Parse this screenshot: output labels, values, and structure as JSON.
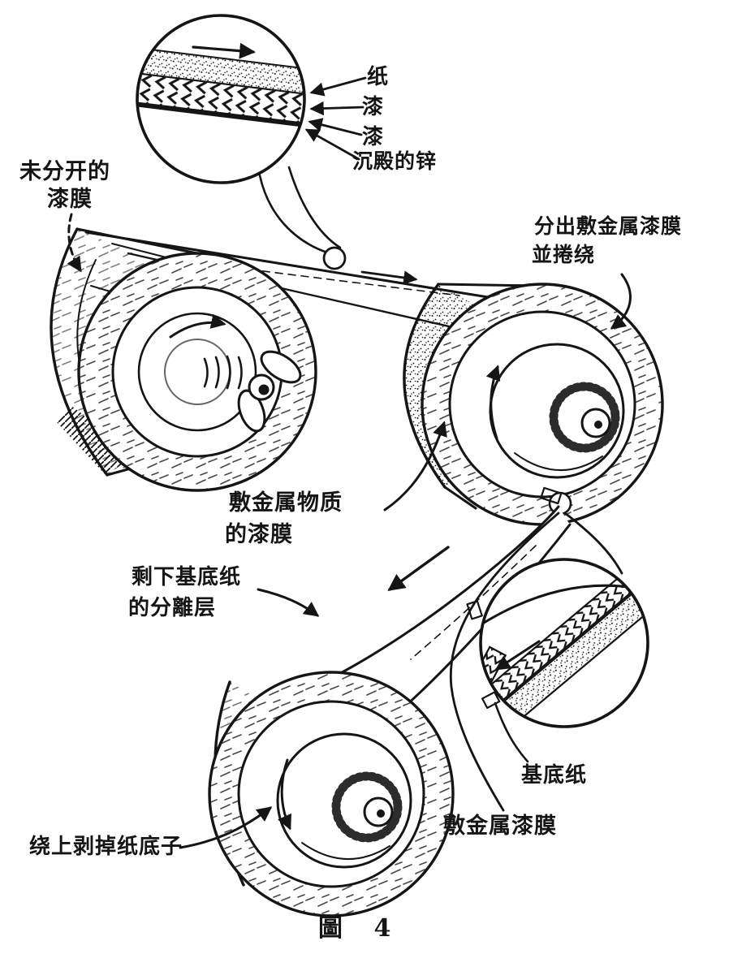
{
  "figure": {
    "caption": "圖  4"
  },
  "labels": {
    "top_inset": {
      "paper": "纸",
      "lacquer_1": "漆",
      "lacquer_2": "漆",
      "deposited_zinc": "沉殿的锌"
    },
    "unseparated_film": {
      "line1": "未分开的",
      "line2": "漆膜"
    },
    "separated_film_wound": {
      "line1": "分出敷金属漆膜",
      "line2": "並捲绕"
    },
    "metallized_substance_film": {
      "line1": "敷金属物质",
      "line2": "的漆膜"
    },
    "remaining_base_paper_layer": {
      "line1": "剩下基底纸",
      "line2": "的分離层"
    },
    "base_paper": "基底纸",
    "metallized_lacquer_film": "敷金属漆膜",
    "wound_paper_backing": "绕上剥掉纸底子"
  },
  "colors": {
    "ink": "#151515",
    "paper": "#ffffff"
  }
}
